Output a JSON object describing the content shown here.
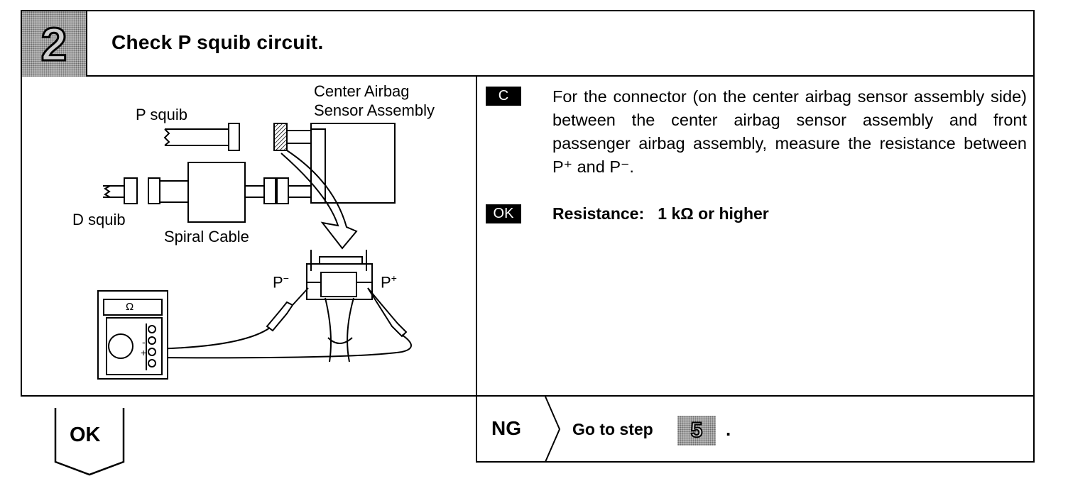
{
  "step": {
    "number": "2",
    "title": "Check P squib circuit."
  },
  "diagram": {
    "center_airbag_label_1": "Center Airbag",
    "center_airbag_label_2": "Sensor Assembly",
    "p_squib": "P squib",
    "d_squib": "D squib",
    "spiral_cable": "Spiral Cable",
    "p_minus": "P",
    "p_plus": "P",
    "meter_unit": "Ω"
  },
  "instructions": {
    "check_badge": "C",
    "text": "For the connector (on the center airbag sensor assembly side) between the center airbag sensor assembly and front passenger airbag assembly, measure the resistance between P⁺ and P⁻.",
    "ok_badge": "OK",
    "spec": "Resistance:   1 kΩ or higher"
  },
  "result": {
    "ng": "NG",
    "goto": "Go to step",
    "goto_step": "5",
    "period": ".",
    "ok": "OK"
  }
}
